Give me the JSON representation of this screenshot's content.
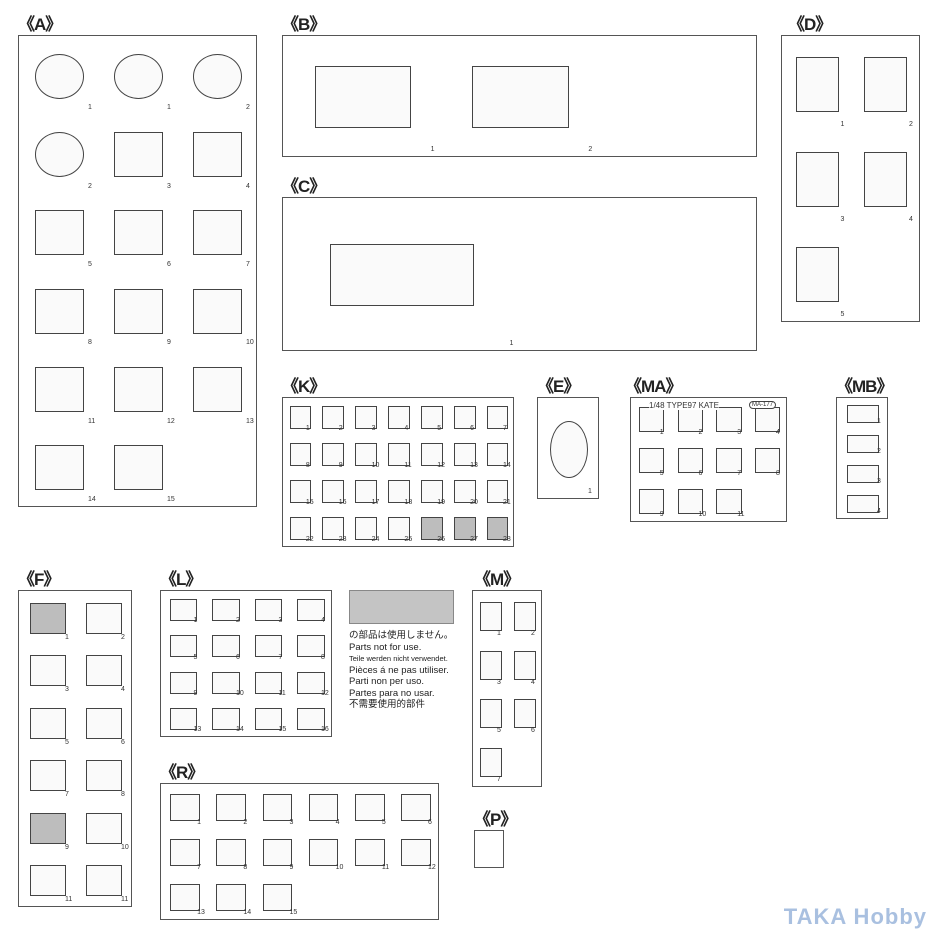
{
  "sprues": [
    {
      "id": "A",
      "label": "《A》",
      "parts": [
        "1",
        "1",
        "2",
        "2",
        "3",
        "4",
        "5",
        "6",
        "7",
        "8",
        "9",
        "10",
        "11",
        "12",
        "13",
        "14",
        "15"
      ]
    },
    {
      "id": "B",
      "label": "《B》",
      "parts": [
        "1",
        "2"
      ]
    },
    {
      "id": "C",
      "label": "《C》",
      "parts": [
        "1"
      ]
    },
    {
      "id": "D",
      "label": "《D》",
      "parts": [
        "1",
        "2",
        "3",
        "4",
        "5"
      ]
    },
    {
      "id": "K",
      "label": "《K》",
      "parts": [
        "1",
        "2",
        "3",
        "4",
        "5",
        "6",
        "7",
        "8",
        "9",
        "10",
        "11",
        "12",
        "13",
        "14",
        "15",
        "16",
        "17",
        "18",
        "19",
        "20",
        "21",
        "22",
        "23",
        "24",
        "25",
        "26",
        "27",
        "28"
      ]
    },
    {
      "id": "E",
      "label": "《E》",
      "parts": [
        "1"
      ]
    },
    {
      "id": "MA",
      "label": "《MA》",
      "parts": [
        "1",
        "2",
        "3",
        "4",
        "5",
        "6",
        "7",
        "8",
        "9",
        "10",
        "11"
      ]
    },
    {
      "id": "MB",
      "label": "《MB》",
      "parts": [
        "1",
        "2",
        "3",
        "4"
      ]
    },
    {
      "id": "F",
      "label": "《F》",
      "parts": [
        "1",
        "2",
        "3",
        "4",
        "5",
        "6",
        "7",
        "8",
        "9",
        "10",
        "11",
        "11"
      ]
    },
    {
      "id": "L",
      "label": "《L》",
      "parts": [
        "1",
        "2",
        "3",
        "4",
        "5",
        "6",
        "7",
        "8",
        "9",
        "10",
        "11",
        "12",
        "13",
        "14",
        "15",
        "16"
      ]
    },
    {
      "id": "M",
      "label": "《M》",
      "parts": [
        "1",
        "2",
        "3",
        "4",
        "5",
        "6",
        "7"
      ]
    },
    {
      "id": "R",
      "label": "《R》",
      "parts": [
        "1",
        "2",
        "3",
        "4",
        "5",
        "6",
        "7",
        "8",
        "9",
        "10",
        "11",
        "12",
        "13",
        "14",
        "15"
      ]
    },
    {
      "id": "P",
      "label": "《P》",
      "parts": []
    }
  ],
  "photo_etch_title": "1/48 TYPE97 KATE",
  "photo_etch_code": "MA-177",
  "legend": {
    "lines": [
      "の部品は使用しません。",
      "Parts not for use.",
      "Teile werden nicht verwendet.",
      "Pièces á ne pas utiliser.",
      "Parti non per uso.",
      "Partes para no usar.",
      "不需要使用的部件"
    ]
  },
  "watermark": "TAKA Hobby",
  "colors": {
    "unused": "#c4c4c4",
    "line": "#555555",
    "watermark": "#a9c0e0"
  }
}
